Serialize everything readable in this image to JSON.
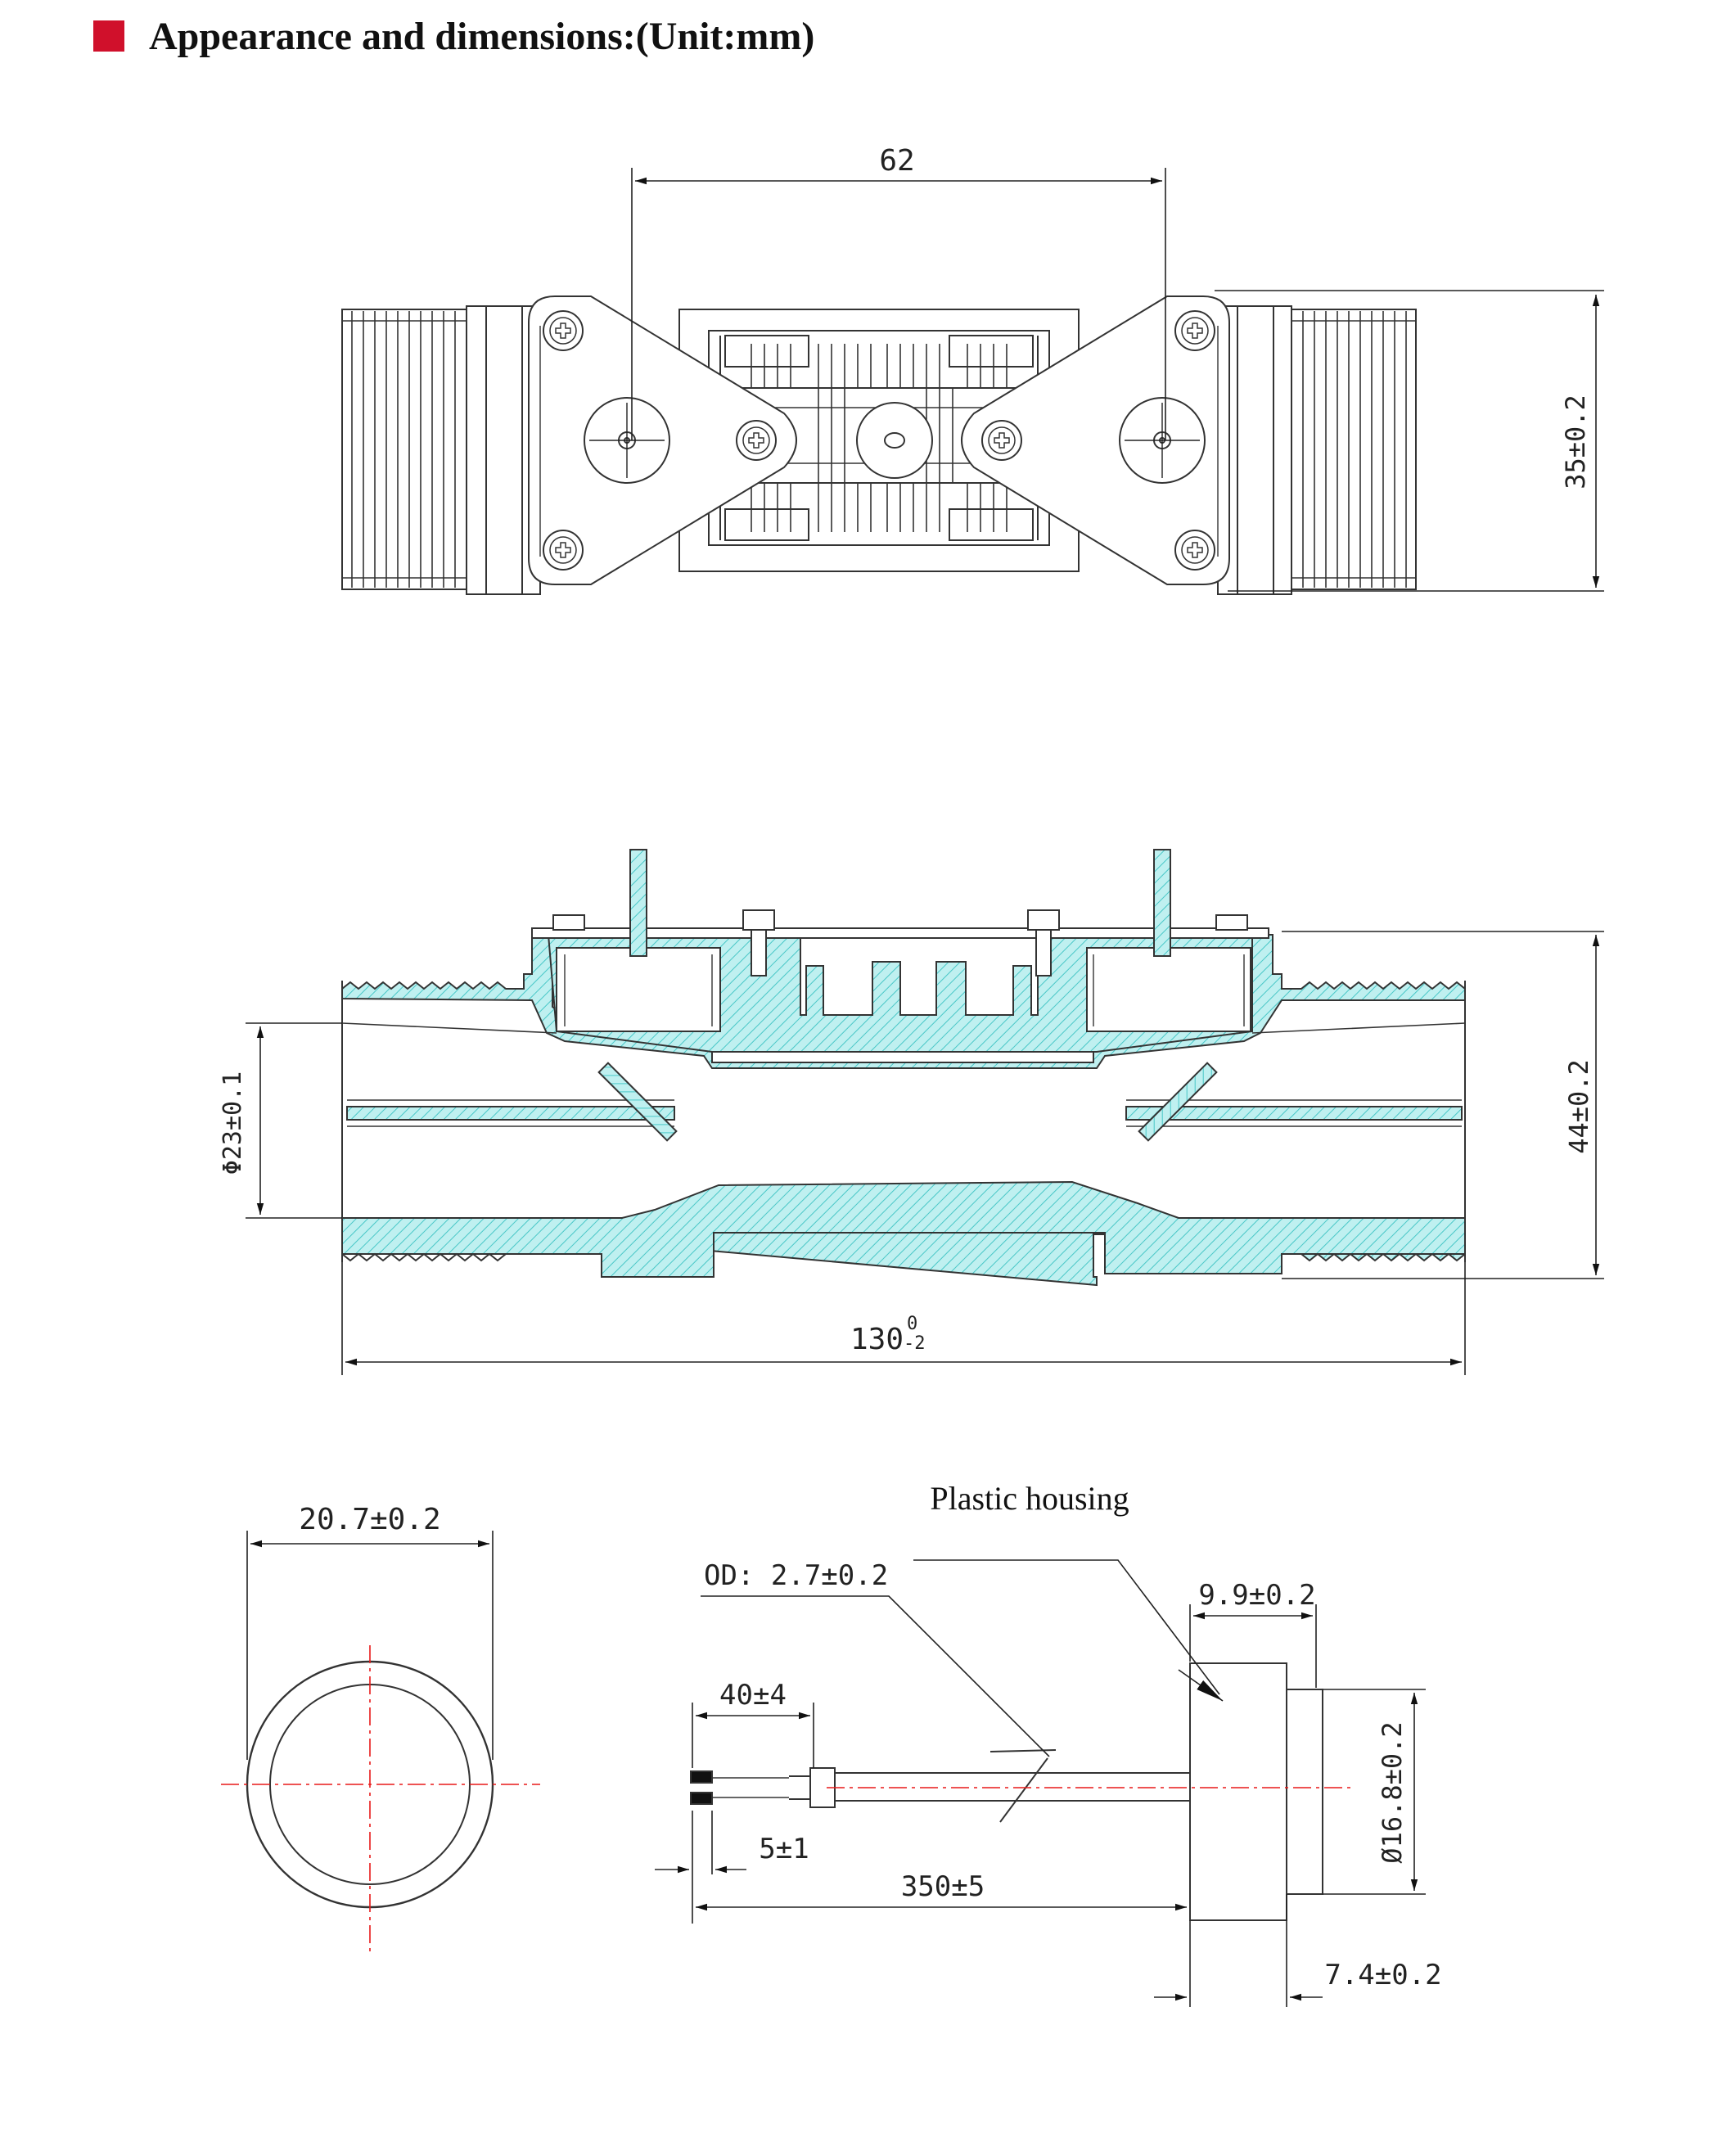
{
  "header": {
    "title": "Appearance and dimensions:(Unit:mm)"
  },
  "colors": {
    "accent": "#d0102b",
    "section_fill": "#9fe6e6",
    "hatch": "#48c7c7",
    "centerline": "#e81919",
    "line": "#333333"
  },
  "top_view": {
    "dim_width": "62",
    "dim_height": "35±0.2"
  },
  "section_view": {
    "dim_bore": "Φ23±0.1",
    "dim_height": "44±0.2",
    "dim_length": "130",
    "tol_upper": "0",
    "tol_lower": "-2"
  },
  "sensor_view": {
    "dim_diameter": "20.7±0.2",
    "label_housing": "Plastic housing",
    "dim_od": "OD: 2.7±0.2",
    "dim_housing_width": "9.9±0.2",
    "dim_strip": "40±4",
    "dim_pin": "5±1",
    "dim_cable": "350±5",
    "dim_housing_dia": "Ø16.8±0.2",
    "dim_step": "7.4±0.2"
  }
}
